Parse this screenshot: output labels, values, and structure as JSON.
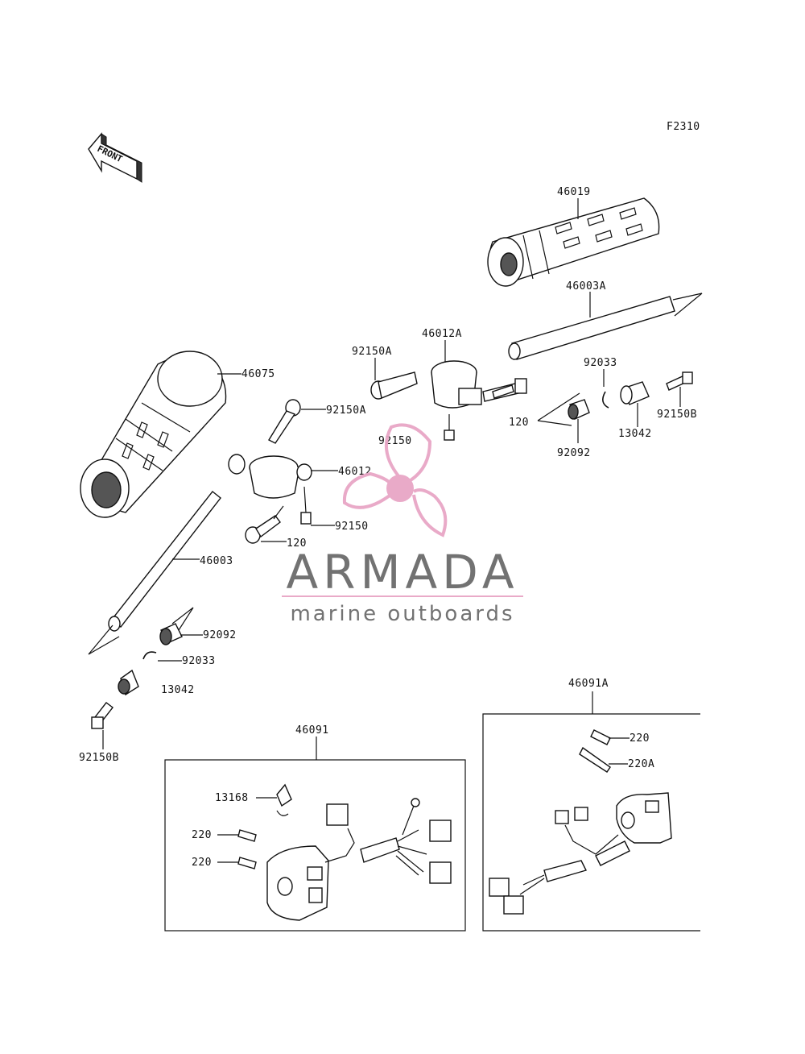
{
  "figure_code": "F2310",
  "front_label": "FRONT",
  "parts": {
    "p46019": "46019",
    "p46003A": "46003A",
    "p46012A": "46012A",
    "p92150A_top": "92150A",
    "p92033_top": "92033",
    "p46075": "46075",
    "p92150A_mid": "92150A",
    "p120_top": "120",
    "p92150B_right": "92150B",
    "p13042_right": "13042",
    "p92150_top": "92150",
    "p92092_right": "92092",
    "p46012": "46012",
    "p92150_mid": "92150",
    "p120_mid": "120",
    "p46003": "46003",
    "p92092_left": "92092",
    "p92033_left": "92033",
    "p13042_left": "13042",
    "p92150B_left": "92150B",
    "p46091": "46091",
    "p46091A": "46091A",
    "p13168": "13168",
    "p220_a": "220",
    "p220_b": "220",
    "p220_c": "220",
    "p220A": "220A"
  },
  "watermark": {
    "brand": "ARMADA",
    "tagline": "marine outboards",
    "color_pink": "#e8a6c6",
    "color_gray": "#6b6b6b"
  }
}
